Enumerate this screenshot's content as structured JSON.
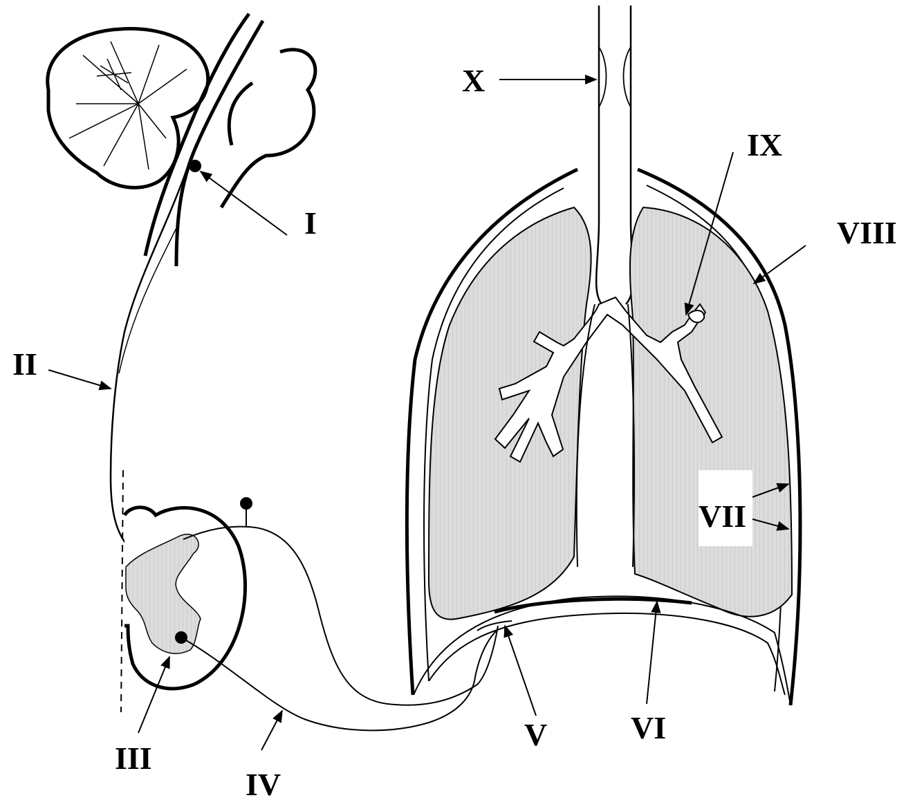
{
  "labels": {
    "I": "I",
    "II": "II",
    "III": "III",
    "IV": "IV",
    "V": "V",
    "VI": "VI",
    "VII": "VII",
    "VIII": "VIII",
    "IX": "IX",
    "X": "X"
  },
  "colors": {
    "line": "#000000",
    "lung_fill": "#d9d9d9",
    "cord_fill": "#c8c8c8",
    "background": "#ffffff"
  }
}
